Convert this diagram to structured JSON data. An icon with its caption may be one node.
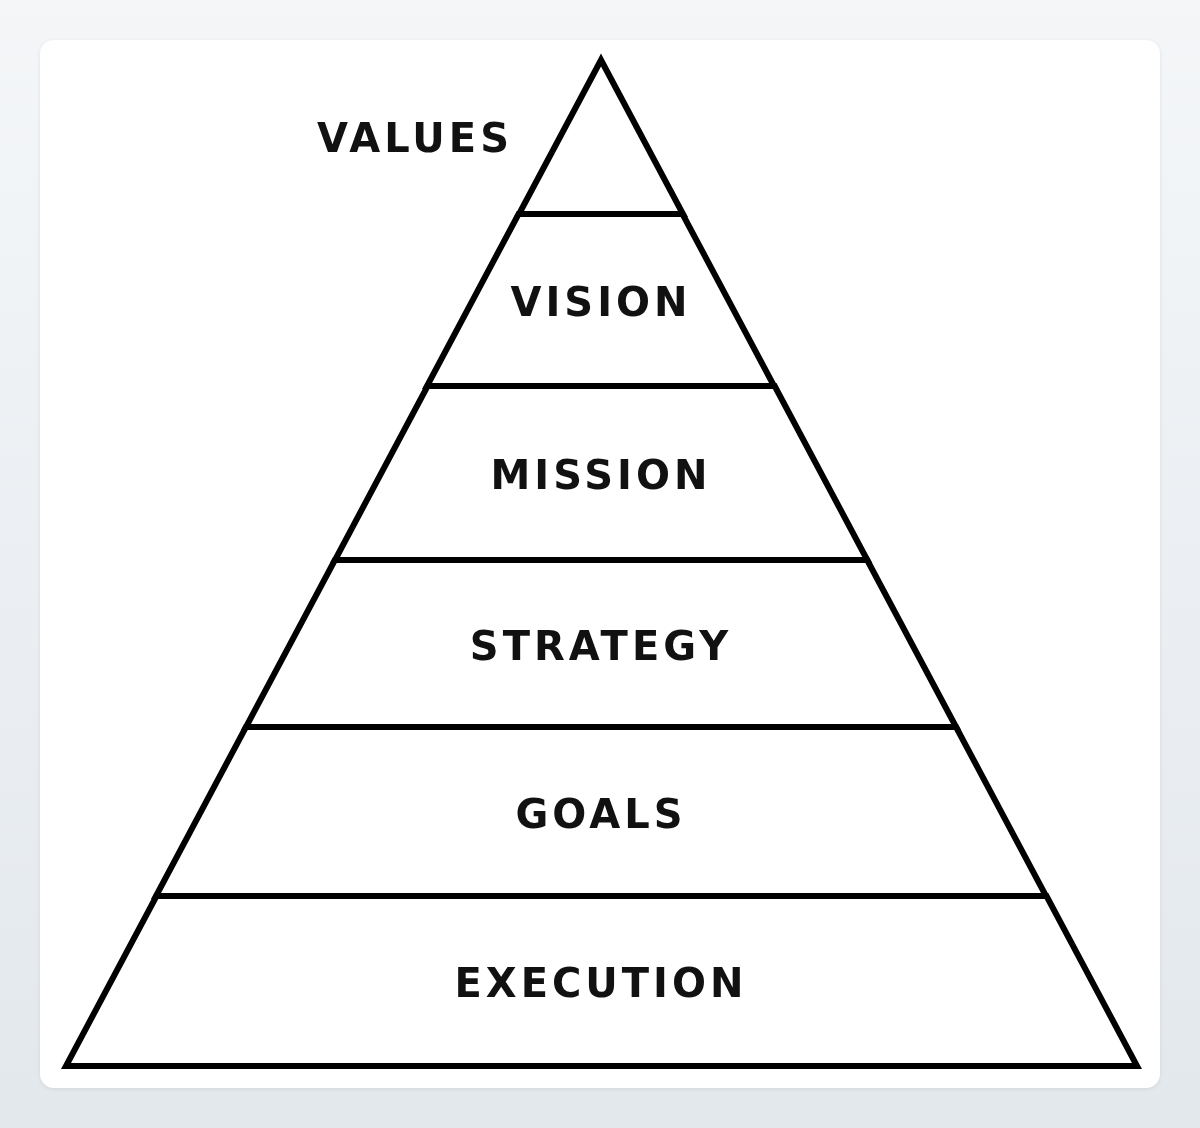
{
  "diagram": {
    "nodes": [
      {
        "text": [
          "VALUES"
        ]
      },
      {
        "text": [
          "VISION"
        ]
      },
      {
        "text": [
          "MISSION"
        ]
      },
      {
        "text": [
          "STRATEGY"
        ]
      },
      {
        "text": [
          "GOALS"
        ]
      },
      {
        "text": [
          "EXECUTION"
        ]
      }
    ]
  }
}
